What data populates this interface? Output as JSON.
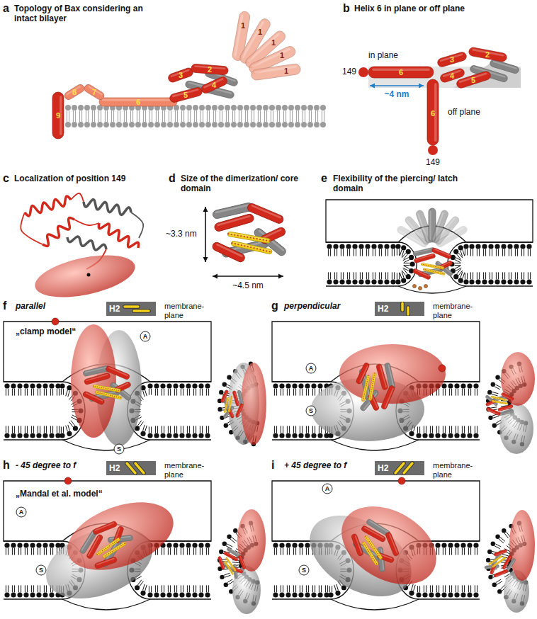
{
  "diagram": {
    "nodes": [
      {
        "text": [
          "H2"
        ]
      },
      {
        "text": [
          "H2"
        ]
      },
      {
        "text": [
          "H2"
        ]
      },
      {
        "text": [
          "H2"
        ]
      }
    ],
    "labels": [
      "a",
      "Topology of Bax considering an intact bilayer",
      "1",
      "1",
      "1",
      "1",
      "1",
      "3",
      "2",
      "5",
      "4",
      "8",
      "7",
      "6",
      "9",
      "b",
      "Helix 6 in plane or off plane",
      "in plane",
      "3",
      "2",
      "149",
      "6",
      "4",
      "5",
      "~4 nm",
      "6",
      "off plane",
      "149",
      "c",
      "Localization of position 149",
      "d",
      "Size of the dimerization/ core domain",
      "~3.3 nm",
      "~4.5 nm",
      "e",
      "Flexibility of the piercing/ latch domain",
      "f",
      "parallel",
      "membrane-plane",
      "„clamp model“",
      "A",
      "S",
      "g",
      "perpendicular",
      "membrane-plane",
      "A",
      "S",
      "h",
      "- 45 degree to f",
      "membrane-plane",
      "„Mandal et al. model“",
      "A",
      "S",
      "i",
      "+ 45 degree to f",
      "membrane-plane",
      "A",
      "S"
    ]
  }
}
